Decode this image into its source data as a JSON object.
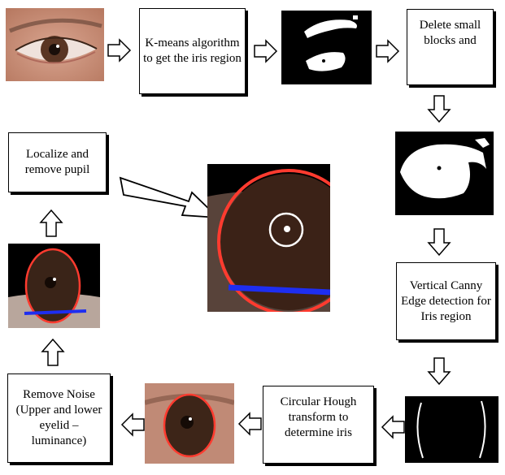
{
  "steps": {
    "kmeans": "K-means algorithm to get the iris region",
    "delete_blocks": "Delete small blocks and",
    "canny": "Vertical Canny Edge detection for Iris region",
    "hough": "Circular Hough transform to determine iris",
    "remove_noise": "Remove Noise (Upper and lower eyelid – luminance)",
    "localize_pupil": "Localize and remove pupil"
  },
  "colors": {
    "iris_circle": "#ff3b2f",
    "eyelid_line": "#1e2ef0",
    "pupil_circle": "#ffffff",
    "arrow_fill": "#ffffff",
    "stroke": "#000000"
  }
}
